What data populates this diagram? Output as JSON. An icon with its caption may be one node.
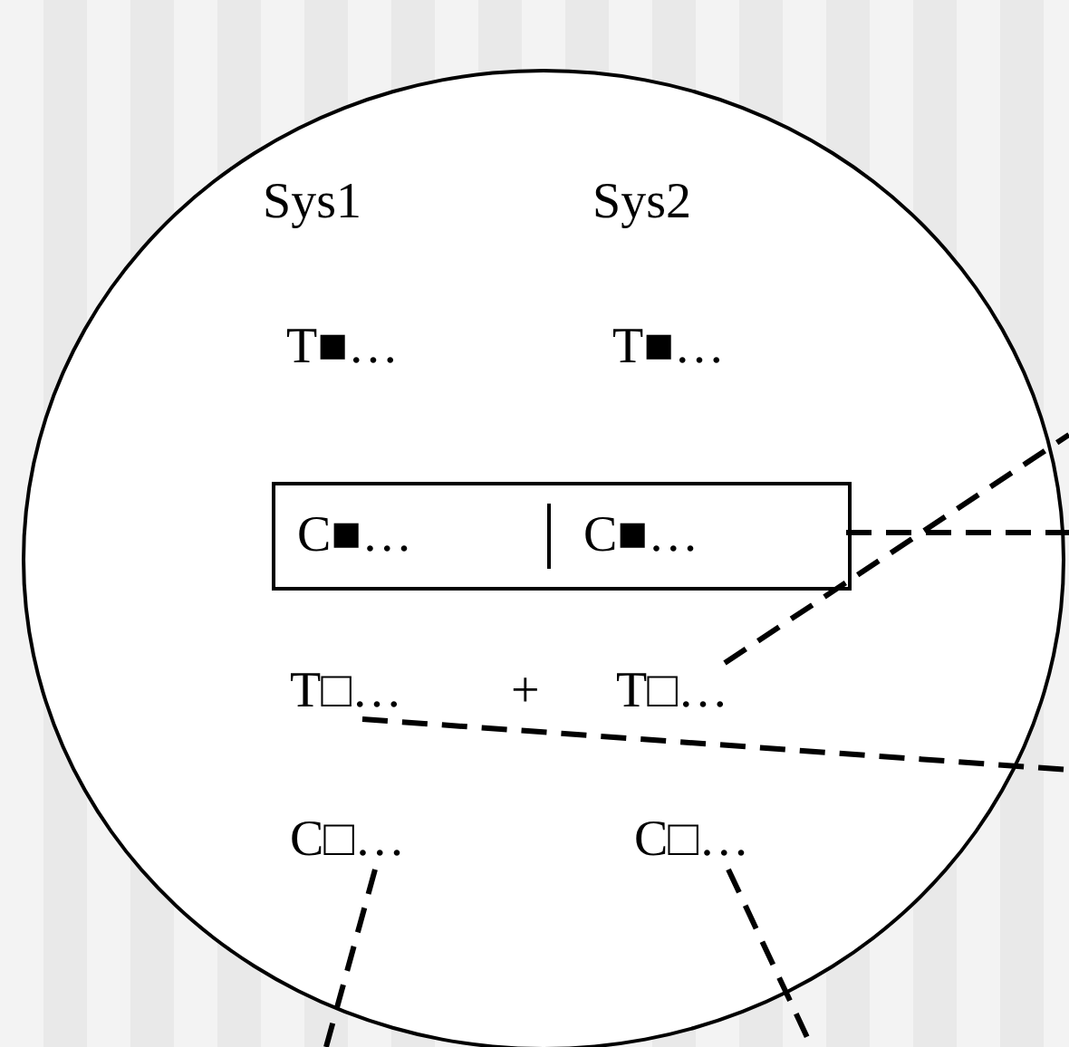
{
  "diagram": {
    "nodes": [
      {
        "text": [],
        "shape": "circle"
      },
      {
        "text": [
          "C■…",
          "C■…"
        ],
        "in": 0
      },
      {
        "text": [
          "T□…"
        ],
        "in": 0
      },
      {
        "text": [
          "T□…"
        ],
        "in": 0
      },
      {
        "text": [
          "C□…"
        ],
        "in": 0
      },
      {
        "text": [
          "C□…"
        ],
        "in": 0
      }
    ],
    "edges": [
      {
        "from": 1,
        "to": null,
        "arrow": "none",
        "style": "dashed"
      },
      {
        "from": 3,
        "to": null,
        "arrow": "none",
        "style": "dashed"
      },
      {
        "from": 2,
        "to": null,
        "arrow": "none",
        "style": "dashed"
      },
      {
        "from": 4,
        "to": null,
        "arrow": "none",
        "style": "dashed"
      },
      {
        "from": 5,
        "to": null,
        "arrow": "none",
        "style": "dashed"
      }
    ],
    "labels": [
      "Sys1",
      "Sys2",
      "T■…",
      "T■…",
      "+"
    ]
  }
}
